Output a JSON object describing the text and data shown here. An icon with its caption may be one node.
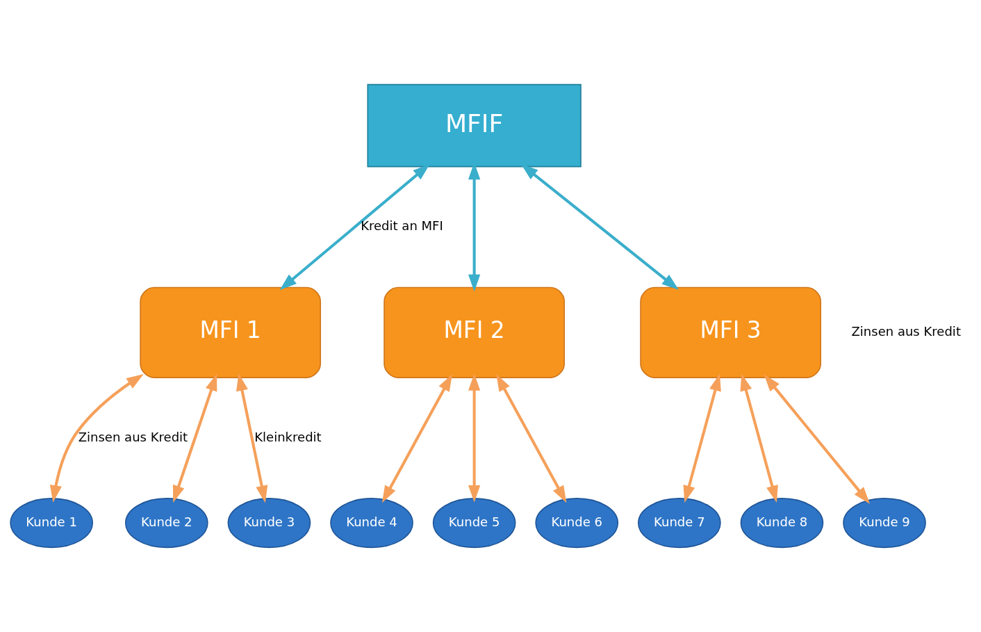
{
  "diagram": {
    "nodes": [
      {
        "text": [
          "MFIF"
        ]
      },
      {
        "text": [
          "MFI 1"
        ]
      },
      {
        "text": [
          "MFI 2"
        ]
      },
      {
        "text": [
          "MFI 3"
        ]
      },
      {
        "text": [
          "Kunde 1"
        ]
      },
      {
        "text": [
          "Kunde 2"
        ]
      },
      {
        "text": [
          "Kunde 3"
        ]
      },
      {
        "text": [
          "Kunde 4"
        ]
      },
      {
        "text": [
          "Kunde 5"
        ]
      },
      {
        "text": [
          "Kunde 6"
        ]
      },
      {
        "text": [
          "Kunde 7"
        ]
      },
      {
        "text": [
          "Kunde 8"
        ]
      },
      {
        "text": [
          "Kunde 9"
        ]
      }
    ],
    "edges": [
      {
        "from": 0,
        "to": 1,
        "arrow": "both",
        "label": "Kredit an MFI",
        "color": "#3aaecb"
      },
      {
        "from": 0,
        "to": 2,
        "arrow": "both",
        "color": "#3aaecb"
      },
      {
        "from": 0,
        "to": 3,
        "arrow": "both",
        "color": "#3aaecb"
      },
      {
        "from": 1,
        "to": 4,
        "arrow": "both",
        "label": "Zinsen aus Kredit"
      },
      {
        "from": 1,
        "to": 5,
        "arrow": "both"
      },
      {
        "from": 1,
        "to": 6,
        "arrow": "both",
        "label": "Kleinkredit"
      },
      {
        "from": 2,
        "to": 7,
        "arrow": "both"
      },
      {
        "from": 2,
        "to": 8,
        "arrow": "both"
      },
      {
        "from": 2,
        "to": 9,
        "arrow": "both"
      },
      {
        "from": 3,
        "to": 10,
        "arrow": "both"
      },
      {
        "from": 3,
        "to": 11,
        "arrow": "both"
      },
      {
        "from": 3,
        "to": 12,
        "arrow": "both"
      }
    ],
    "labels": [
      "Zinsen aus Kredit"
    ]
  }
}
